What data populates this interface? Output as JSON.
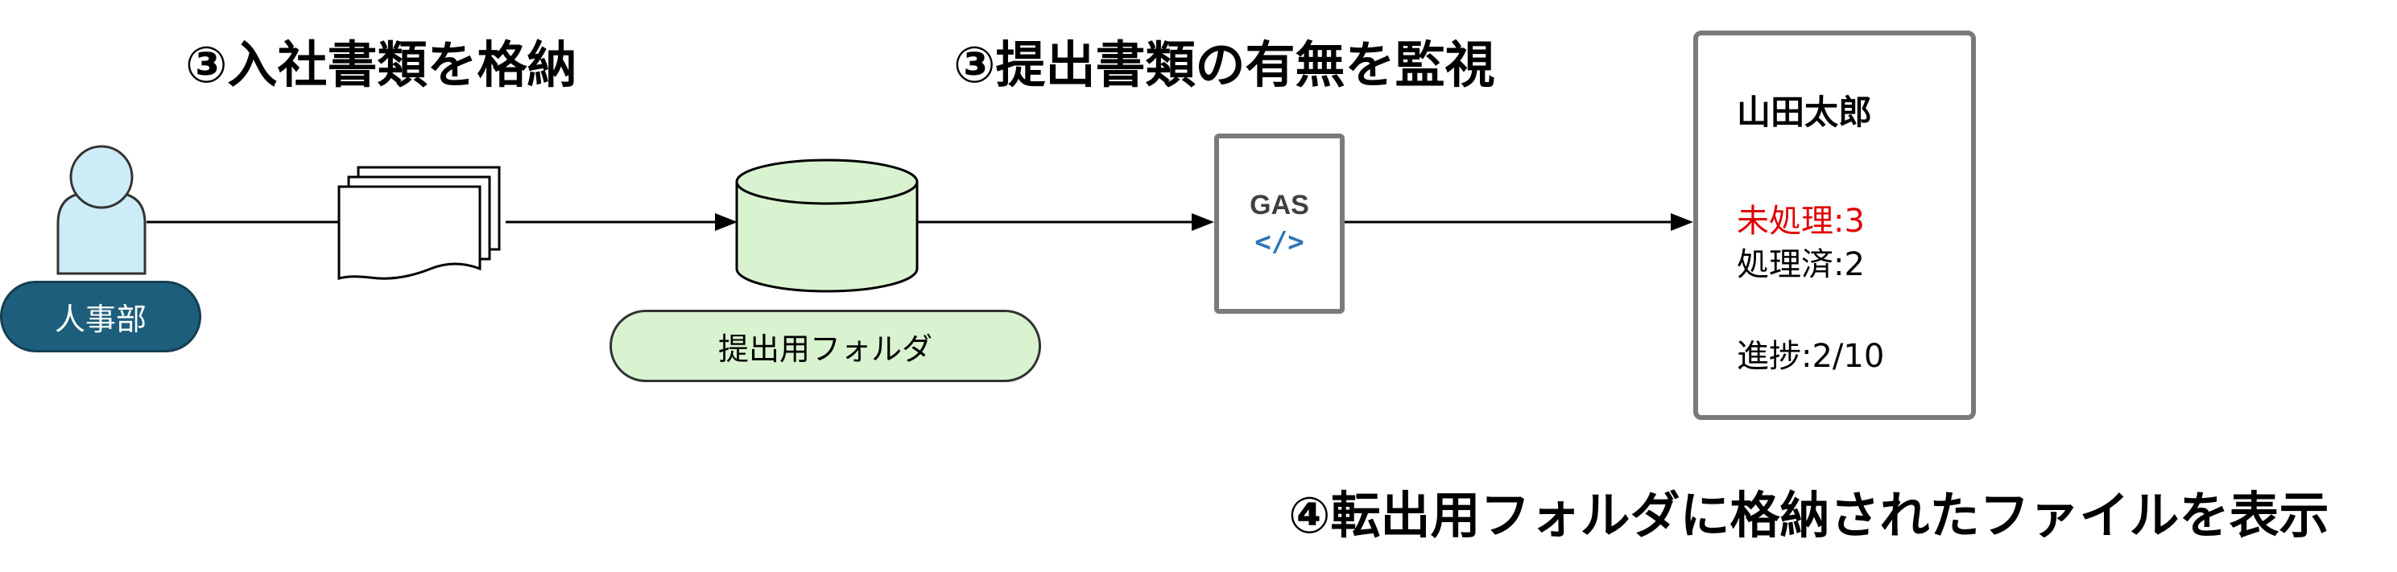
{
  "headings": {
    "store_docs": "③入社書類を格納",
    "monitor_docs": "③提出書類の有無を監視",
    "show_files": "④転出用フォルダに格納されたファイルを表示"
  },
  "actor": {
    "label": "人事部",
    "icon": "person-icon",
    "color": "#1d5e7c"
  },
  "documents": {
    "icon": "documents-icon"
  },
  "storage": {
    "icon": "database-icon",
    "folder_label": "提出用フォルダ",
    "color": "#d9f2d0"
  },
  "gas": {
    "label": "GAS",
    "code_glyph": "</>",
    "code_color": "#2e75b6"
  },
  "status_panel": {
    "name": "山田太郎",
    "unprocessed": "未処理:3",
    "processed": "処理済:2",
    "progress": "進捗:2/10",
    "alert_color": "#e00000"
  }
}
